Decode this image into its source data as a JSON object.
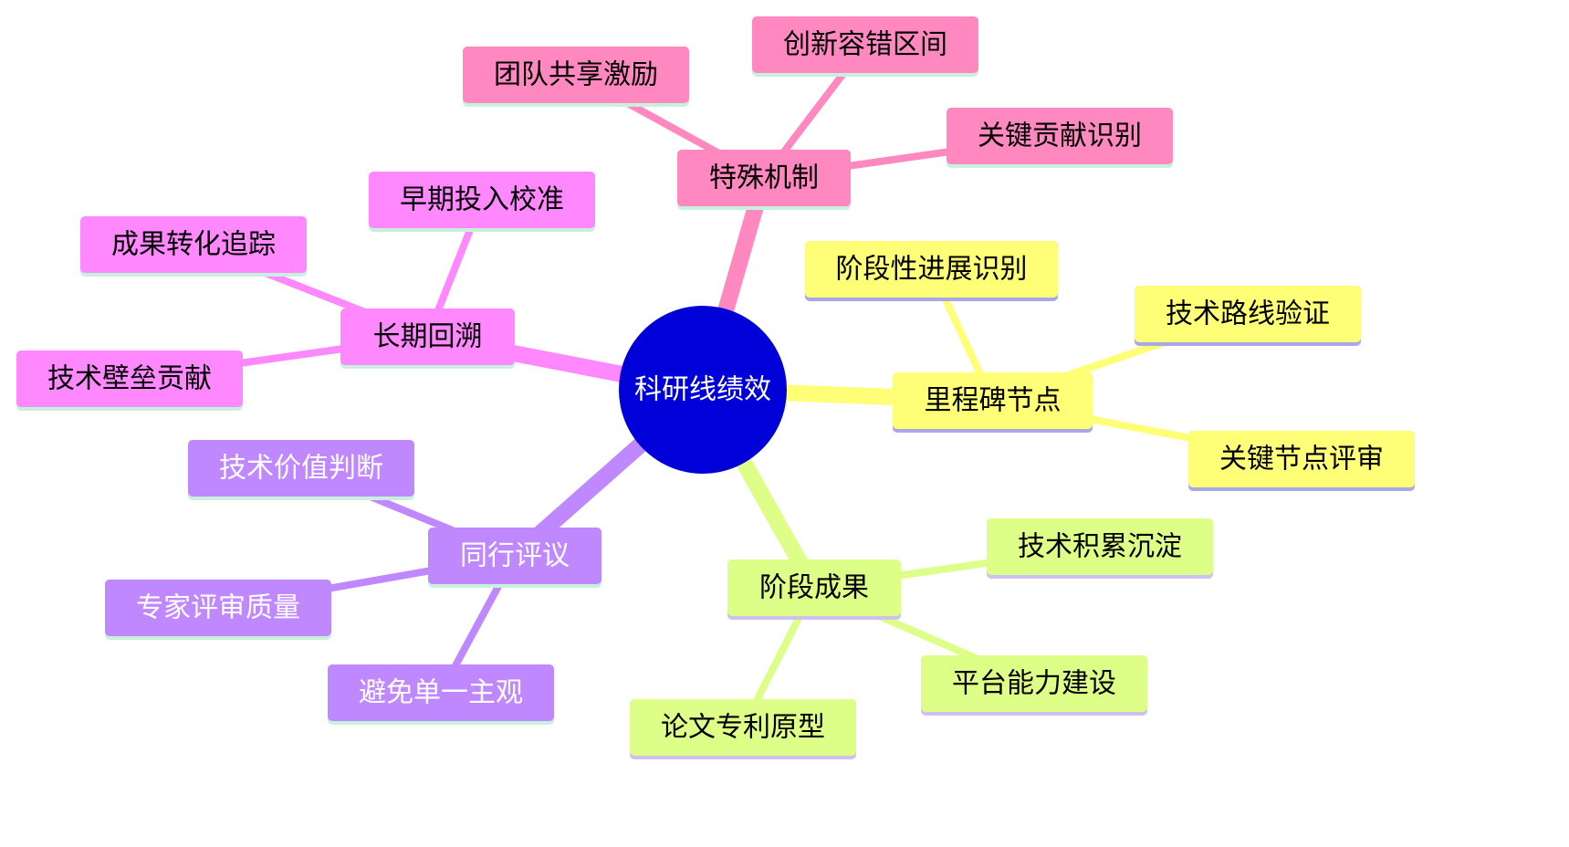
{
  "center": {
    "label": "科研线绩效",
    "fill": "#0000d9",
    "text_color": "#ffffff"
  },
  "branches": [
    {
      "label": "特殊机制",
      "color": "#ff88c0",
      "fill": "#ff88c0",
      "underline": "#c8f0dc",
      "text_color": "#000000",
      "children": [
        "团队共享激励",
        "创新容错区间",
        "关键贡献识别"
      ]
    },
    {
      "label": "长期回溯",
      "color": "#ff88ff",
      "fill": "#ff88ff",
      "underline": "#c8f0dc",
      "text_color": "#000000",
      "children": [
        "早期投入校准",
        "成果转化追踪",
        "技术壁垒贡献"
      ]
    },
    {
      "label": "里程碑节点",
      "color": "#ffff77",
      "fill": "#ffff77",
      "underline": "#a8a8e8",
      "text_color": "#000000",
      "children": [
        "阶段性进展识别",
        "技术路线验证",
        "关键节点评审"
      ]
    },
    {
      "label": "同行评议",
      "color": "#c088ff",
      "fill": "#c088ff",
      "underline": "#c8f0dc",
      "text_color": "#ffffff",
      "children": [
        "技术价值判断",
        "专家评审质量",
        "避免单一主观"
      ]
    },
    {
      "label": "阶段成果",
      "color": "#ddff88",
      "fill": "#ddff88",
      "underline": "#cfc0f0",
      "text_color": "#000000",
      "children": [
        "技术积累沉淀",
        "平台能力建设",
        "论文专利原型"
      ]
    }
  ]
}
